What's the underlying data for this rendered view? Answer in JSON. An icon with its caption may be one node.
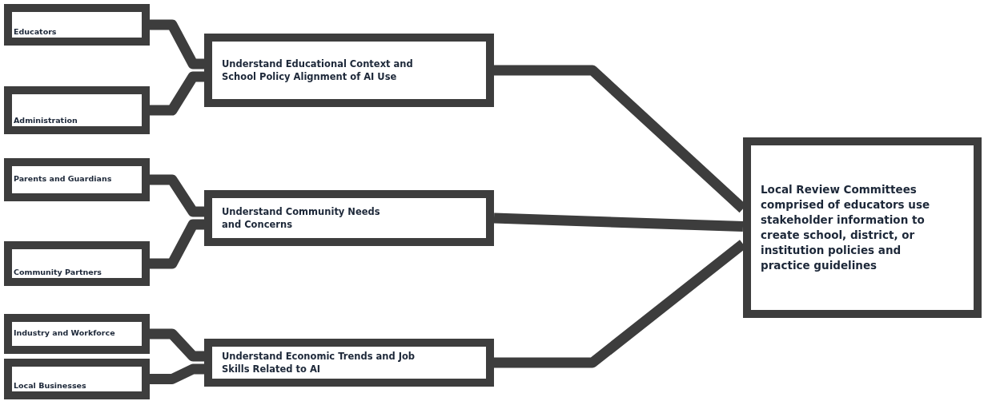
{
  "diagram": {
    "nodes": [
      {
        "text": [
          "Educators"
        ]
      },
      {
        "text": [
          "Administration"
        ]
      },
      {
        "text": [
          "Parents and Guardians"
        ]
      },
      {
        "text": [
          "Community Partners"
        ]
      },
      {
        "text": [
          "Industry and Workforce"
        ]
      },
      {
        "text": [
          "Local Businesses"
        ]
      },
      {
        "text": [
          "Understand Educational Context and School Policy Alignment of AI Use"
        ]
      },
      {
        "text": [
          "Understand Community Needs and Concerns"
        ]
      },
      {
        "text": [
          "Understand Economic Trends and Job Skills Related to AI"
        ]
      },
      {
        "text": [
          "Local Review Committees comprised of educators use stakeholder information to create school, district, or institution policies and practice guidelines"
        ]
      }
    ],
    "edges": [
      {
        "from": 0,
        "to": 6,
        "arrow": "none"
      },
      {
        "from": 1,
        "to": 6,
        "arrow": "none"
      },
      {
        "from": 2,
        "to": 7,
        "arrow": "none"
      },
      {
        "from": 3,
        "to": 7,
        "arrow": "none"
      },
      {
        "from": 4,
        "to": 8,
        "arrow": "none"
      },
      {
        "from": 5,
        "to": 8,
        "arrow": "none"
      },
      {
        "from": 6,
        "to": 9,
        "arrow": "none"
      },
      {
        "from": 7,
        "to": 9,
        "arrow": "none"
      },
      {
        "from": 8,
        "to": 9,
        "arrow": "none"
      }
    ]
  }
}
